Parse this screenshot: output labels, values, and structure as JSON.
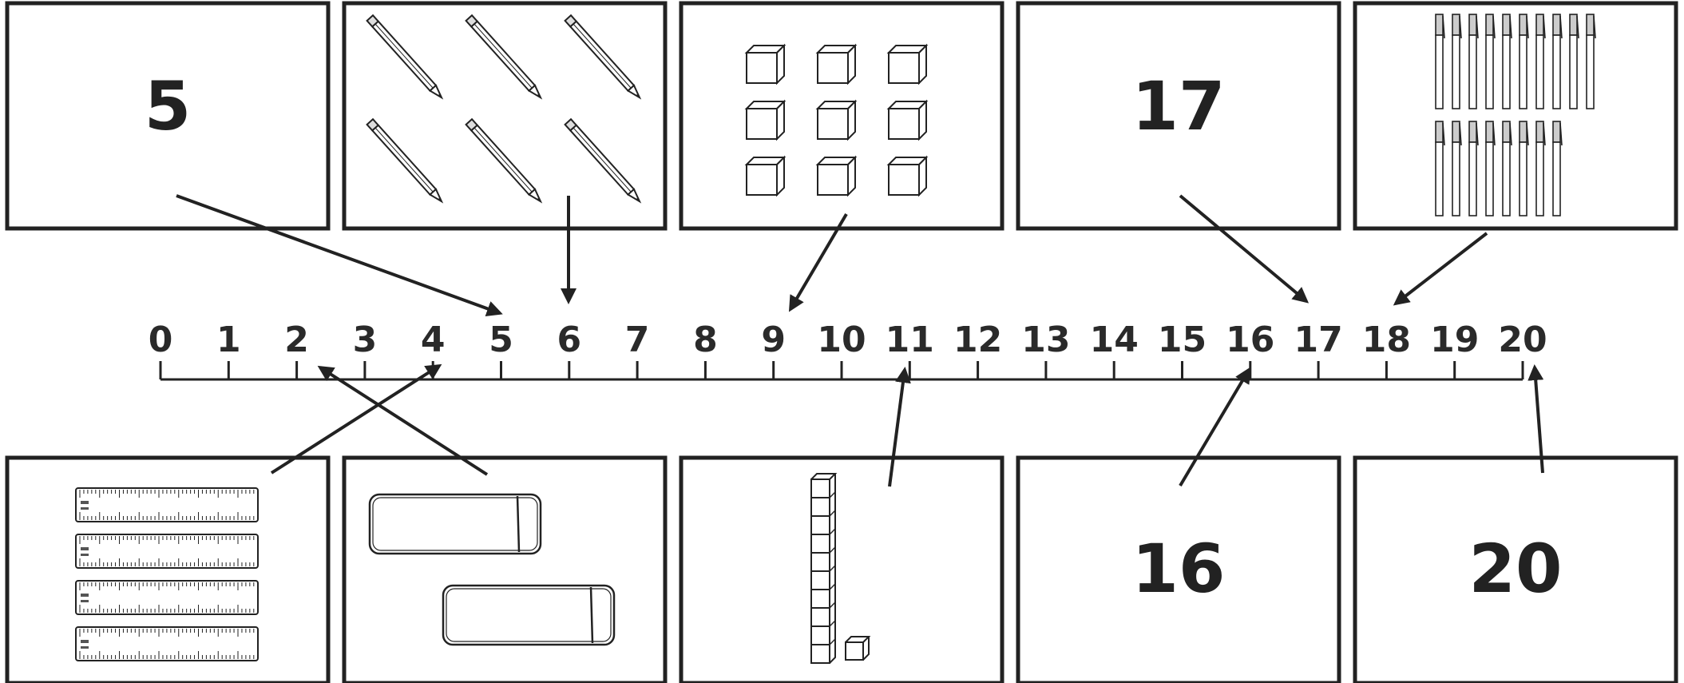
{
  "number_line": {
    "ticks": [
      "0",
      "1",
      "2",
      "3",
      "4",
      "5",
      "6",
      "7",
      "8",
      "9",
      "10",
      "11",
      "12",
      "13",
      "14",
      "15",
      "16",
      "17",
      "18",
      "19",
      "20"
    ]
  },
  "cards": {
    "top": [
      {
        "kind": "numeral",
        "value": "5",
        "points_to": 5
      },
      {
        "kind": "pencils",
        "count": 6,
        "points_to": 6
      },
      {
        "kind": "cubes",
        "count": 9,
        "points_to": 9
      },
      {
        "kind": "numeral",
        "value": "17",
        "points_to": 17
      },
      {
        "kind": "pens",
        "count": 18,
        "points_to": 18
      }
    ],
    "bottom": [
      {
        "kind": "rulers",
        "count": 4,
        "points_to": 4
      },
      {
        "kind": "erasers",
        "count": 2,
        "points_to": 2
      },
      {
        "kind": "ten-rod-plus-one",
        "count": 11,
        "points_to": 11
      },
      {
        "kind": "numeral",
        "value": "16",
        "points_to": 16
      },
      {
        "kind": "numeral",
        "value": "20",
        "points_to": 20
      }
    ]
  },
  "icons": {
    "pencil": "pencil-icon",
    "cube": "cube-icon",
    "pen": "pen-icon",
    "ruler": "ruler-icon",
    "eraser": "eraser-icon",
    "ten_rod": "ten-rod-icon",
    "unit_cube": "unit-cube-icon"
  },
  "colors": {
    "ink": "#222222",
    "background": "#ffffff"
  }
}
